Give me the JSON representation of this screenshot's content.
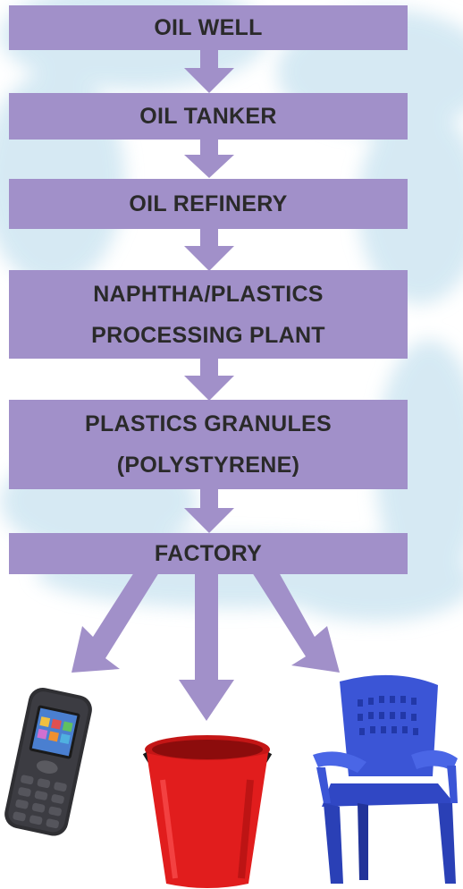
{
  "flow": {
    "steps": [
      {
        "lines": [
          "OIL WELL"
        ]
      },
      {
        "lines": [
          "OIL TANKER"
        ]
      },
      {
        "lines": [
          "OIL REFINERY"
        ]
      },
      {
        "lines": [
          "NAPHTHA/PLASTICS",
          "PROCESSING PLANT"
        ]
      },
      {
        "lines": [
          "PLASTICS GRANULES",
          "(POLYSTYRENE)"
        ]
      },
      {
        "lines": [
          "FACTORY"
        ]
      }
    ]
  },
  "products": [
    "mobile-phone",
    "red-bucket",
    "blue-plastic-chair"
  ],
  "colors": {
    "box": "#a190c9",
    "arrow": "#a190c9",
    "text": "#2a2a2a",
    "cloud": "#cfe6f2"
  }
}
